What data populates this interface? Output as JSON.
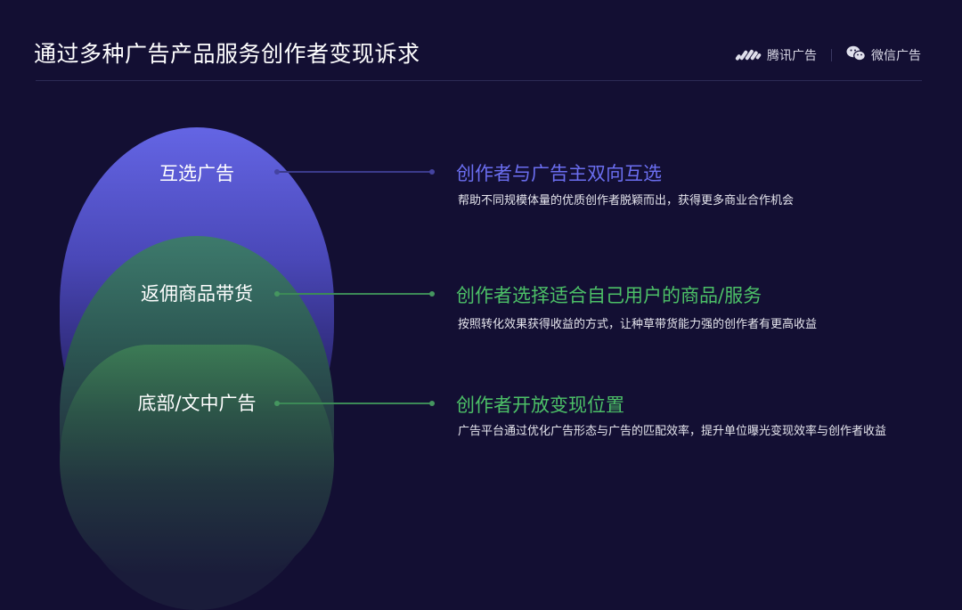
{
  "header": {
    "title": "通过多种广告产品服务创作者变现诉求",
    "brands": [
      {
        "icon": "tencent-ads-logo-icon",
        "label": "腾讯广告"
      },
      {
        "icon": "wechat-icon",
        "label": "微信广告"
      }
    ]
  },
  "colors": {
    "background": "#130f33",
    "purple_accent": "#6b6ef0",
    "green_accent": "#4cc067"
  },
  "tiers": [
    {
      "circle_label": "互选广告",
      "heading": "创作者与广告主双向互选",
      "description": "帮助不同规模体量的优质创作者脱颖而出，获得更多商业合作机会",
      "accent": "#6b6ef0"
    },
    {
      "circle_label": "返佣商品带货",
      "heading": "创作者选择适合自己用户的商品/服务",
      "description": "按照转化效果获得收益的方式，让种草带货能力强的创作者有更高收益",
      "accent": "#4cc067"
    },
    {
      "circle_label": "底部/文中广告",
      "heading": "创作者开放变现位置",
      "description": "广告平台通过优化广告形态与广告的匹配效率，提升单位曝光变现效率与创作者收益",
      "accent": "#4cc067"
    }
  ]
}
